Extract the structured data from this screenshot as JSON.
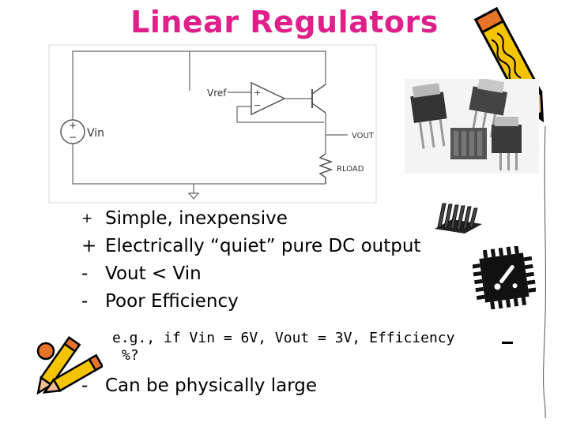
{
  "slide": {
    "title": "Linear Regulators",
    "circuit": {
      "vref_label": "Vref",
      "vin_label": "Vin",
      "vout_label": "VOUT",
      "rload_label": "RLOAD",
      "opamp_plus": "+",
      "opamp_minus": "−",
      "source_plus": "+",
      "source_minus": "−"
    },
    "bullets": [
      {
        "mark": "+",
        "text": "Simple, inexpensive"
      },
      {
        "mark": "+",
        "text": "Electrically “quiet” pure DC output"
      },
      {
        "mark": "-",
        "text": "Vout < Vin"
      },
      {
        "mark": "-",
        "text": "Poor Efficiency"
      }
    ],
    "example": {
      "line1": "e.g., if Vin = 6V, Vout = 3V, Efficiency",
      "line2": "%?"
    },
    "last_bullet": {
      "mark": "-",
      "text": "Can be physically large"
    },
    "icons": {
      "pencil_right": "pencil-icon",
      "pencil_left": "pencils-icon",
      "heatsink": "heatsink-icon",
      "chip": "chip-icon",
      "regulator_photo": "regulator-components-image"
    },
    "colors": {
      "title": "#e0208a",
      "text": "#000000",
      "pencil_yellow": "#f5c400",
      "pencil_orange": "#e8742a"
    }
  }
}
